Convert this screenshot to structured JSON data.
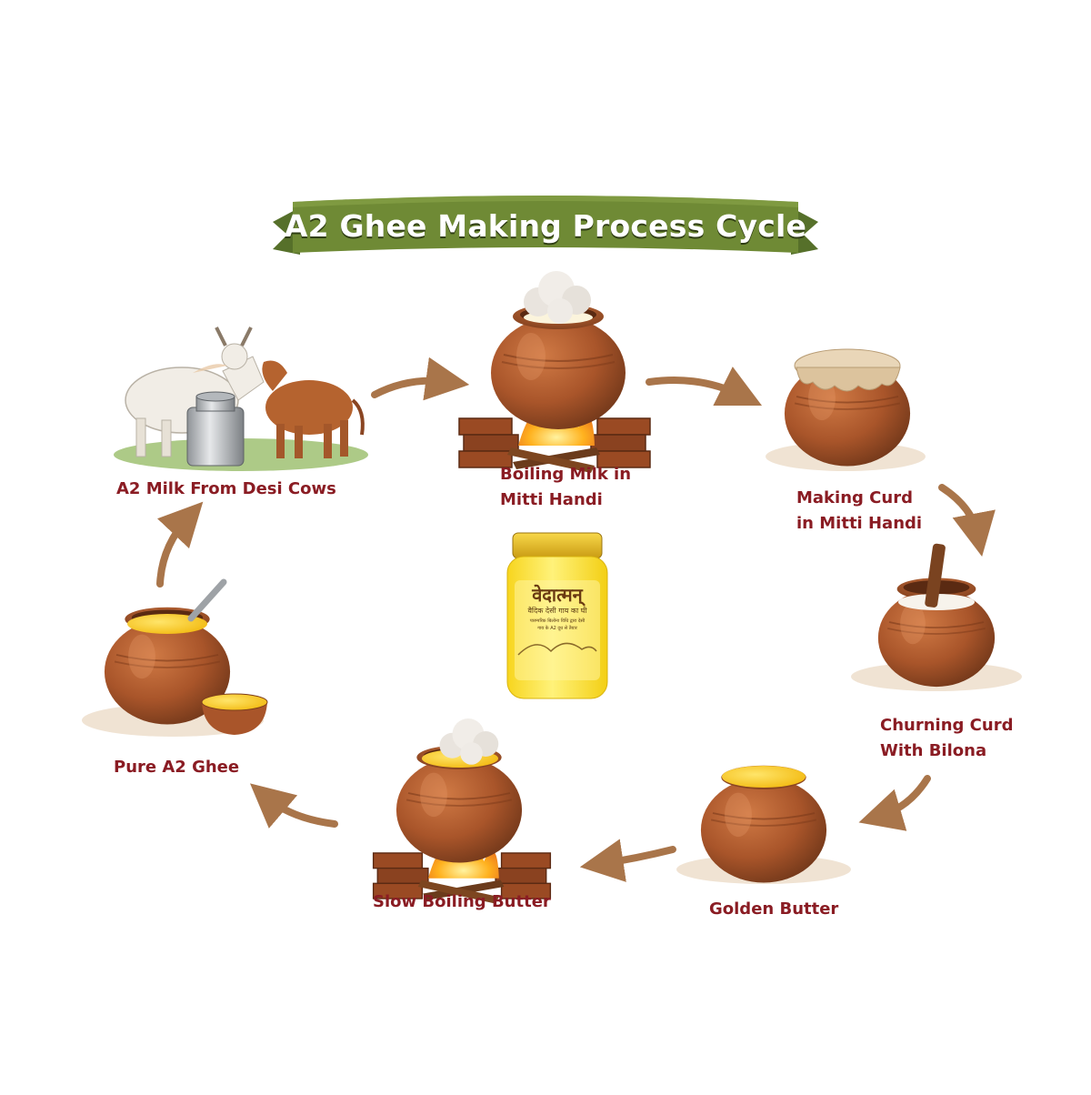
{
  "title": "A2 Ghee Making Process Cycle",
  "steps": [
    {
      "id": "milk",
      "lines": [
        "A2 Milk From Desi Cows"
      ]
    },
    {
      "id": "boil",
      "lines": [
        "Boiling Milk in",
        "Mitti Handi"
      ]
    },
    {
      "id": "curd",
      "lines": [
        "Making Curd",
        "in Mitti Handi"
      ]
    },
    {
      "id": "churn",
      "lines": [
        "Churning Curd",
        "With Bilona"
      ]
    },
    {
      "id": "butter",
      "lines": [
        "Golden Butter"
      ]
    },
    {
      "id": "slow",
      "lines": [
        "Slow Boiling Butter"
      ]
    },
    {
      "id": "ghee",
      "lines": [
        "Pure A2 Ghee"
      ]
    }
  ],
  "jar": {
    "brand": "वेदात्मन्",
    "tagline": "वैदिक देसी गाय का घी",
    "subtext_1": "पारम्परिक बिलोना विधि द्वारा देसी",
    "subtext_2": "गाय के A2 दूध से तैयार"
  },
  "colors": {
    "banner": "#6f8a35",
    "label": "#8a1c23",
    "arrow": "#a9754a",
    "clay": "#a9552a",
    "ghee": "#f6c91e"
  },
  "icons": [
    "cow-icon",
    "milk-can-icon",
    "clay-pot-icon",
    "fire-icon",
    "steam-icon",
    "cloth-cover-icon",
    "churning-stick-icon",
    "ghee-jar-icon",
    "spoon-icon"
  ]
}
